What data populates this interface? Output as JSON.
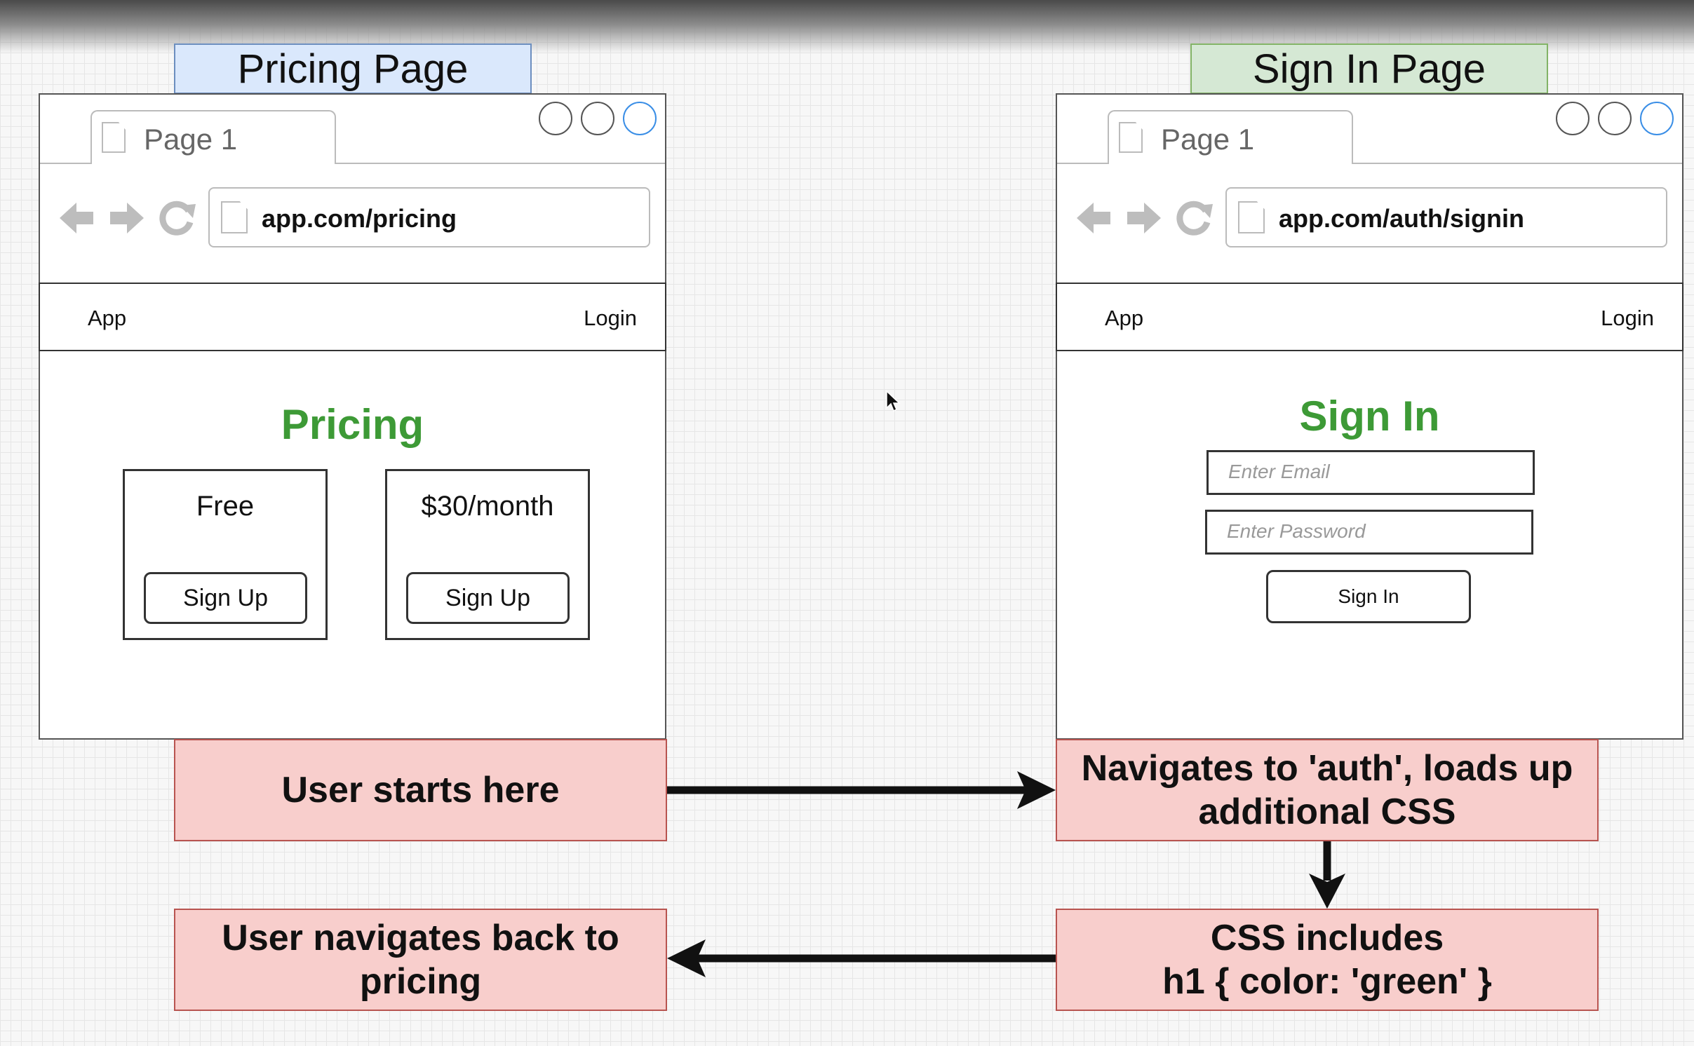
{
  "labels": {
    "left_page": "Pricing Page",
    "right_page": "Sign In Page"
  },
  "left_browser": {
    "tab": "Page 1",
    "url": "app.com/pricing",
    "nav": {
      "app": "App",
      "login": "Login"
    },
    "heading": "Pricing",
    "plans": [
      {
        "name": "Free",
        "button": "Sign Up"
      },
      {
        "name": "$30/month",
        "button": "Sign Up"
      }
    ]
  },
  "right_browser": {
    "tab": "Page 1",
    "url": "app.com/auth/signin",
    "nav": {
      "app": "App",
      "login": "Login"
    },
    "heading": "Sign In",
    "email_placeholder": "Enter Email",
    "password_placeholder": "Enter Password",
    "submit": "Sign In"
  },
  "steps": {
    "start": "User starts here",
    "navigate_auth": "Navigates to 'auth', loads up additional CSS",
    "css_includes_line1": "CSS includes",
    "css_includes_line2": "h1 { color: 'green' }",
    "navigate_back": "User navigates back to pricing"
  },
  "colors": {
    "heading_green": "#3d9a36",
    "step_fill": "#f8cecc",
    "label_blue": "#dae8fc",
    "label_green": "#d5e8d4"
  }
}
